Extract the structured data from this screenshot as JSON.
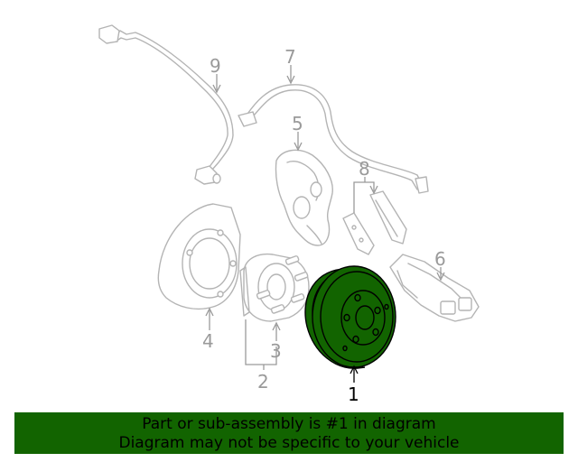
{
  "callouts": {
    "c1": "1",
    "c2": "2",
    "c3": "3",
    "c4": "4",
    "c5": "5",
    "c6": "6",
    "c7": "7",
    "c8": "8",
    "c9": "9"
  },
  "highlighted_part": "1",
  "banner": {
    "line1": "Part or sub-assembly is #1 in diagram",
    "line2": "Diagram may not be specific to your vehicle"
  },
  "colors": {
    "highlight": "#126400",
    "part_outline": "#b4b4b4",
    "callout_inactive": "#9a9a9a",
    "callout_active": "#000000"
  }
}
